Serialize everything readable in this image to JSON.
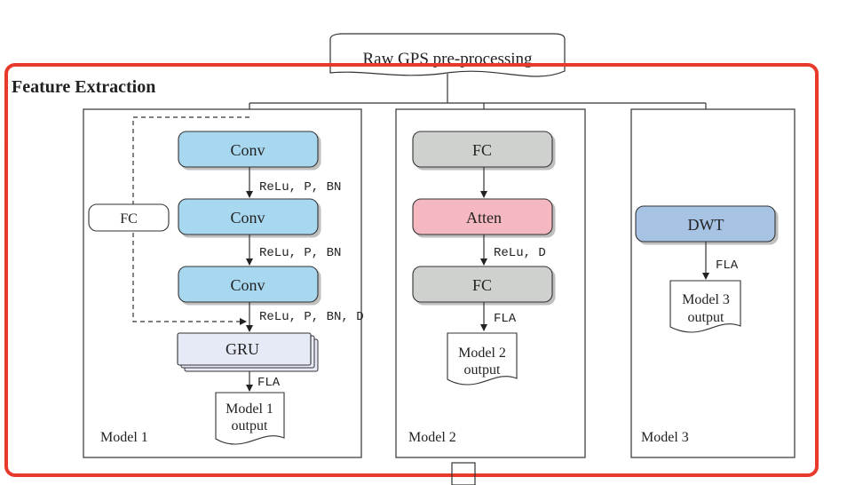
{
  "top_node": {
    "label": "Raw GPS pre-processing"
  },
  "section": {
    "title": "Feature Extraction",
    "border_color": "#e8392a"
  },
  "colors": {
    "conv": "#a8d8ef",
    "gru": "#e6e9f6",
    "fc_gray": "#cfd1cf",
    "atten": "#f5b8c0",
    "dwt": "#a6c3e4",
    "fc_side": "#ffffff"
  },
  "model1": {
    "label": "Model 1",
    "conv1": "Conv",
    "edge1": "ReLu, P, BN",
    "conv2": "Conv",
    "edge2": "ReLu, P, BN",
    "conv3": "Conv",
    "edge3": "ReLu, P, BN, D",
    "side_fc": "FC",
    "gru": "GRU",
    "edge4": "FLA",
    "output_line1": "Model 1",
    "output_line2": "output"
  },
  "model2": {
    "label": "Model 2",
    "fc1": "FC",
    "atten": "Atten",
    "edge1": "ReLu, D",
    "fc2": "FC",
    "edge2": "FLA",
    "output_line1": "Model 2",
    "output_line2": "output"
  },
  "model3": {
    "label": "Model 3",
    "dwt": "DWT",
    "edge1": "FLA",
    "output_line1": "Model 3",
    "output_line2": "output"
  }
}
